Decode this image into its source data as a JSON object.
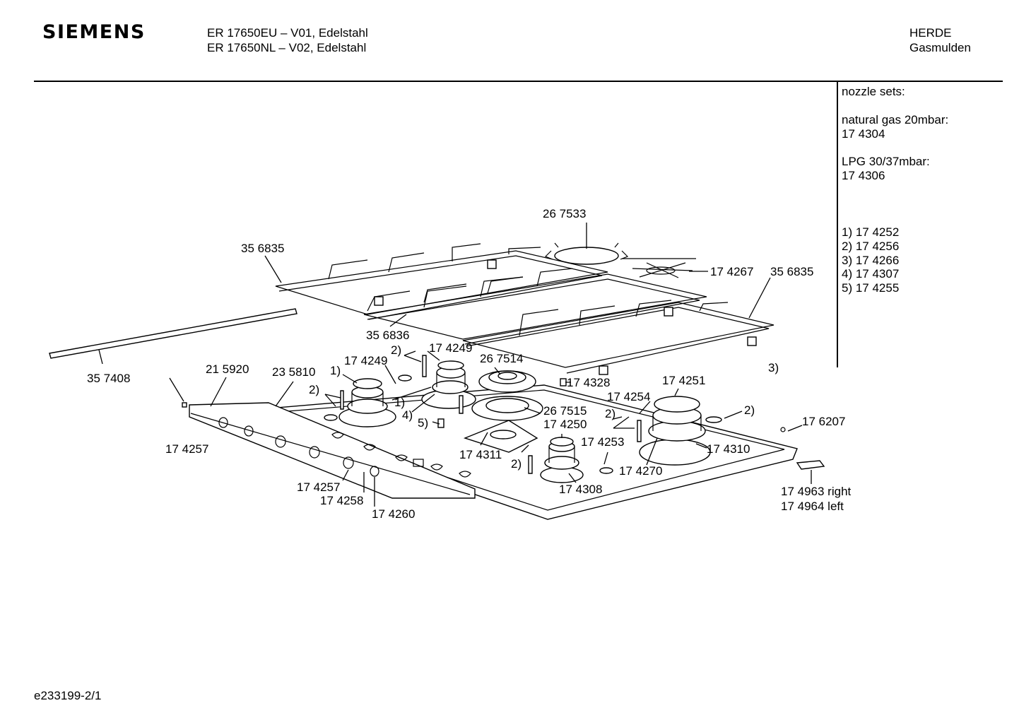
{
  "header": {
    "brand": "SIEMENS",
    "models": [
      "ER 17650EU – V01, Edelstahl",
      "ER 17650NL – V02, Edelstahl"
    ],
    "category": [
      "HERDE",
      "Gasmulden"
    ]
  },
  "sidebar": {
    "nozzle_title": "nozzle sets:",
    "natural_gas_label": "natural gas 20mbar:",
    "natural_gas_part": "17 4304",
    "lpg_label": "LPG 30/37mbar:",
    "lpg_part": "17 4306",
    "numbered_parts": [
      "1) 17 4252",
      "2) 17 4256",
      "3) 17 4266",
      "4) 17 4307",
      "5) 17 4255"
    ]
  },
  "callouts": {
    "c267533": "26 7533",
    "c356835a": "35 6835",
    "c174267": "17 4267",
    "c356835b": "35 6835",
    "c356836": "35 6836",
    "c357408": "35 7408",
    "c215920": "21 5920",
    "c235810": "23 5810",
    "c174249a": "17 4249",
    "c174249b": "17 4249",
    "c267514": "26 7514",
    "c174328": "17 4328",
    "c174251": "17 4251",
    "c174254": "17 4254",
    "c267515": "26 7515",
    "c174250": "17 4250",
    "c174253": "17 4253",
    "c174311": "17 4311",
    "c174270": "17 4270",
    "c174310": "17 4310",
    "c176207": "17 6207",
    "c174308": "17 4308",
    "c174257a": "17 4257",
    "c174257b": "17 4257",
    "c174258": "17 4258",
    "c174260": "17 4260",
    "c174963": "17 4963 right",
    "c174964": "17 4964 left",
    "m1a": "1)",
    "m1b": "1)",
    "m2a": "2)",
    "m2b": "2)",
    "m2c": "2)",
    "m2d": "2)",
    "m2e": "2)",
    "m3": "3)",
    "m4": "4)",
    "m5": "5)"
  },
  "footer": {
    "doc_id": "e233199-2/1"
  }
}
